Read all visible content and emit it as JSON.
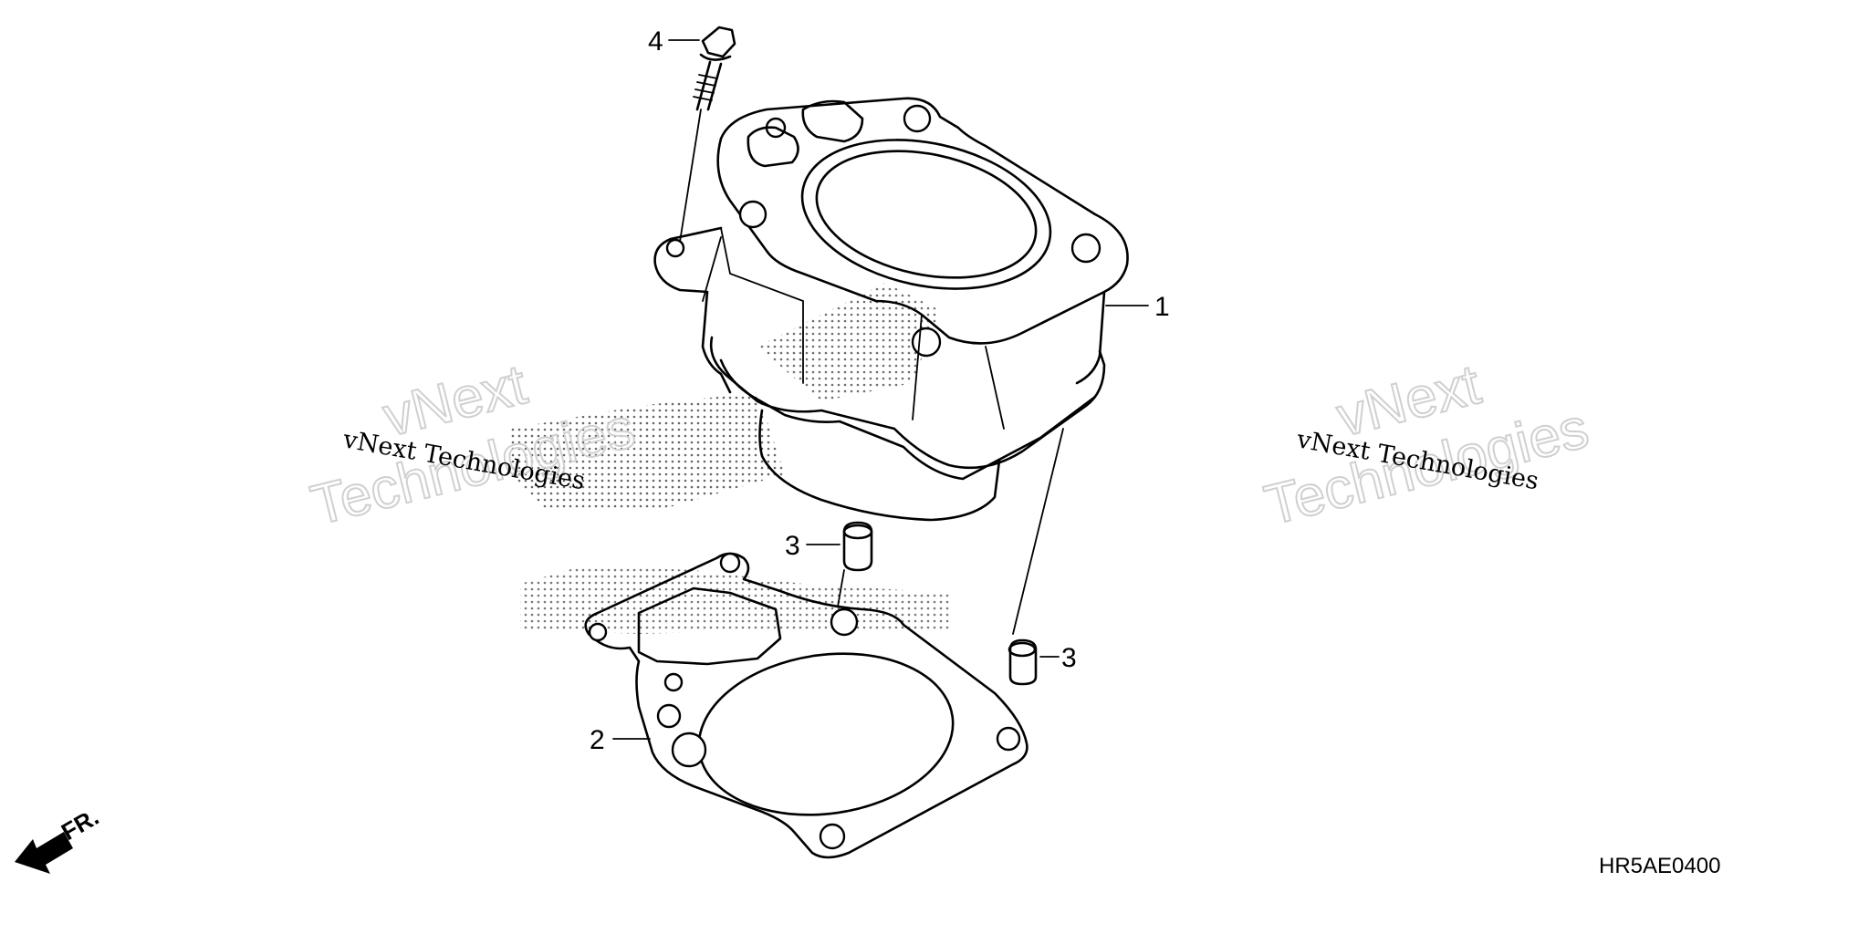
{
  "diagram": {
    "parts": [
      {
        "callout": "1"
      },
      {
        "callout": "2"
      },
      {
        "callout": "3"
      },
      {
        "callout": "3"
      },
      {
        "callout": "4"
      }
    ],
    "direction_marker": "FR.",
    "diagram_code": "HR5AE0400",
    "watermarks": [
      {
        "logo_line1": "vNext",
        "logo_line2": "Technologies",
        "caption": "vNext Technologies"
      },
      {
        "logo_line1": "vNext",
        "logo_line2": "Technologies",
        "caption": "vNext Technologies"
      }
    ],
    "colors": {
      "line": "#000000",
      "background": "#ffffff",
      "watermark": "#d0d0d0"
    }
  }
}
